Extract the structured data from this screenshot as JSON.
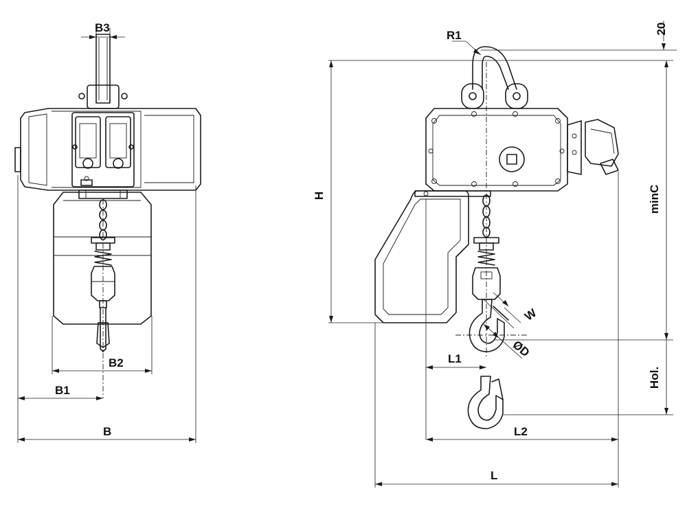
{
  "dimensions": {
    "b3": "B3",
    "r1": "R1",
    "h": "H",
    "b2": "B2",
    "b1": "B1",
    "b": "B",
    "w": "W",
    "od": "ØD",
    "l1": "L1",
    "l2": "L2",
    "l": "L",
    "min_c": "minC",
    "hol": "Hol.",
    "twenty": "20"
  }
}
